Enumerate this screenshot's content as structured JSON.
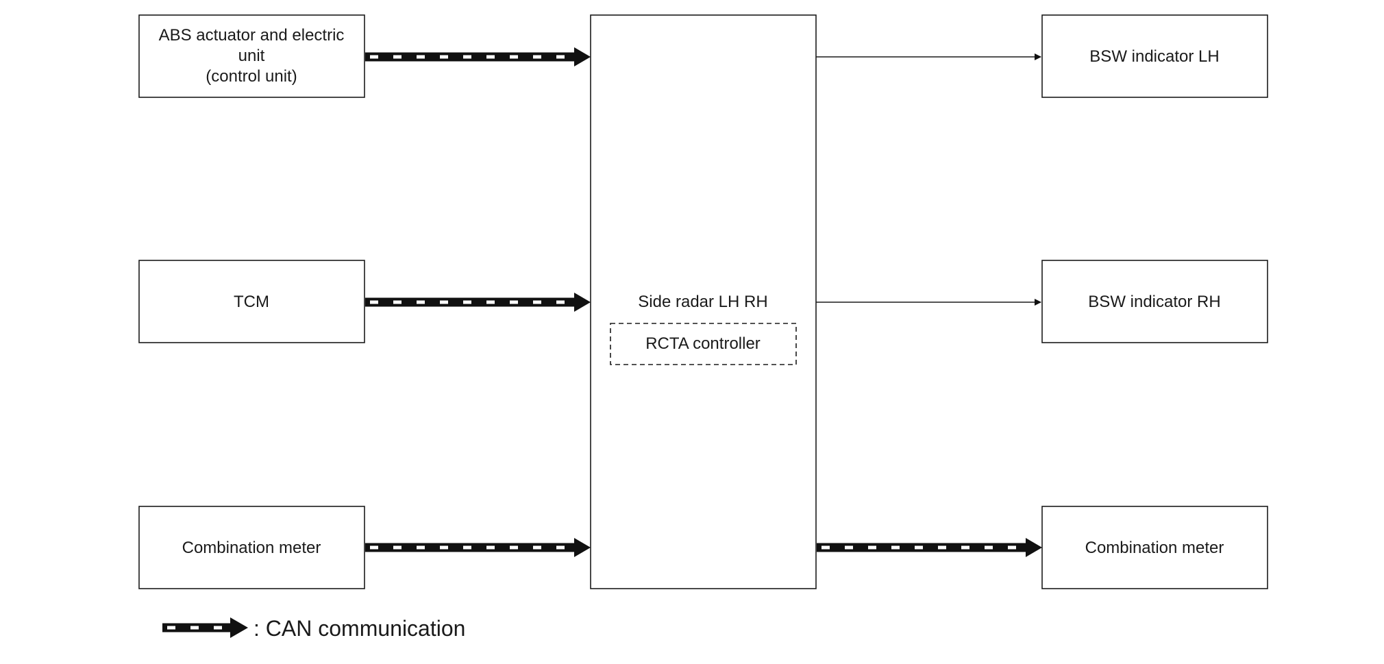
{
  "nodes": {
    "abs": {
      "lines": [
        "ABS actuator and electric",
        "unit",
        "(control unit)"
      ]
    },
    "tcm": {
      "lines": [
        "TCM"
      ]
    },
    "combo_left": {
      "lines": [
        "Combination meter"
      ]
    },
    "radar": {
      "label": "Side radar LH RH",
      "sub": "RCTA controller"
    },
    "bsw_lh": {
      "lines": [
        "BSW indicator LH"
      ]
    },
    "bsw_rh": {
      "lines": [
        "BSW indicator RH"
      ]
    },
    "combo_right": {
      "lines": [
        "Combination meter"
      ]
    }
  },
  "legend": {
    "label": ": CAN communication"
  }
}
